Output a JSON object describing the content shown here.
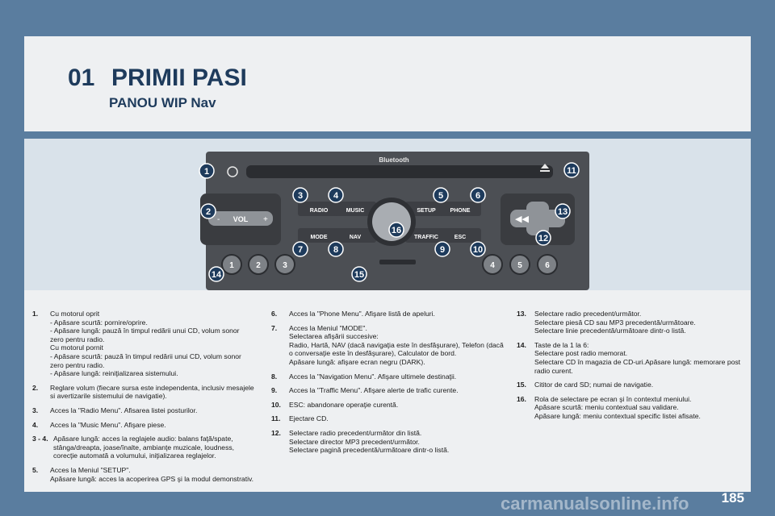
{
  "header": {
    "chapter": "01",
    "title": "PRIMII PASI",
    "subtitle": "PANOU WIP Nav"
  },
  "radio": {
    "brand": "Bluetooth",
    "vol_label": "VOL",
    "vol_minus": "-",
    "vol_plus": "+",
    "buttons": [
      "RADIO",
      "MUSIC",
      "SETUP",
      "PHONE",
      "MODE",
      "NAV",
      "TRAFFIC",
      "ESC"
    ],
    "presets": [
      "1",
      "2",
      "3",
      "4",
      "5",
      "6"
    ],
    "callouts": [
      "1",
      "2",
      "3",
      "4",
      "5",
      "6",
      "7",
      "8",
      "9",
      "10",
      "11",
      "12",
      "13",
      "14",
      "15",
      "16"
    ]
  },
  "legend": {
    "col1": [
      {
        "n": "1.",
        "t": "Cu motorul oprit\n- Apăsare scurtă: pornire/oprire.\n- Apăsare lungă: pauză în timpul redării unui CD, volum sonor zero pentru radio.\nCu motorul pornit\n- Apăsare scurtă: pauză în timpul redării unui CD, volum sonor zero pentru radio.\n- Apăsare lungă: reiniţializarea sistemului."
      },
      {
        "n": "2.",
        "t": "Reglare volum (fiecare sursa este independenta, inclusiv mesajele si avertizarile sistemului de navigatie)."
      },
      {
        "n": "3.",
        "t": "Acces la \"Radio Menu\". Afisarea listei posturilor."
      },
      {
        "n": "4.",
        "t": "Acces la \"Music Menu\". Afişare piese."
      },
      {
        "n": "3 - 4.",
        "t": "Apăsare lungă: acces la reglajele audio: balans faţă/spate, stânga/dreapta, joase/înalte, ambianţe muzicale, loudness, corecţie automată a volumului, iniţializarea reglajelor."
      },
      {
        "n": "5.",
        "t": "Acces la Meniul \"SETUP\".\nApăsare lungă: acces la acoperirea GPS şi la modul demonstrativ."
      }
    ],
    "col2": [
      {
        "n": "6.",
        "t": "Acces la \"Phone Menu\". Afişare listă de apeluri."
      },
      {
        "n": "7.",
        "t": "Acces la Meniul \"MODE\".\nSelectarea afişării succesive:\nRadio, Hartă, NAV (dacă navigaţia este în desfăşurare), Telefon (dacă o conversaţie este în desfăşurare), Calculator de bord.\nApăsare lungă: afişare ecran negru (DARK)."
      },
      {
        "n": "8.",
        "t": "Acces la \"Navigation Menu\". Afişare ultimele destinaţii."
      },
      {
        "n": "9.",
        "t": "Acces la \"Traffic Menu\". Afişare alerte de trafic curente."
      },
      {
        "n": "10.",
        "t": "ESC: abandonare operaţie curentă."
      },
      {
        "n": "11.",
        "t": "Ejectare CD."
      },
      {
        "n": "12.",
        "t": "Selectare radio precedent/următor din listă.\nSelectare director MP3 precedent/următor.\nSelectare pagină precedentă/următoare dintr-o listă."
      }
    ],
    "col3": [
      {
        "n": "13.",
        "t": "Selectare radio precedent/următor.\nSelectare piesă CD sau MP3 precedentă/următoare.\nSelectare linie precedentă/următoare dintr-o listă."
      },
      {
        "n": "14.",
        "t": "Taste de la 1 la 6:\nSelectare post radio memorat.\nSelectare CD în magazia de CD-uri.Apăsare lungă: memorare post radio curent."
      },
      {
        "n": "15.",
        "t": "Cititor de card SD; numai de navigatie."
      },
      {
        "n": "16.",
        "t": "Rola de selectare pe ecran şi în contextul meniului.\nApăsare scurtă: meniu contextual sau validare.\nApăsare lungă: meniu contextual specific listei afisate."
      }
    ]
  },
  "page_number": "185",
  "watermark": "carmanualsonline.info",
  "colors": {
    "background": "#5a7d9f",
    "callout": "#1e3b5c",
    "title": "#1e3b5c",
    "radio": "#4a4d52"
  }
}
